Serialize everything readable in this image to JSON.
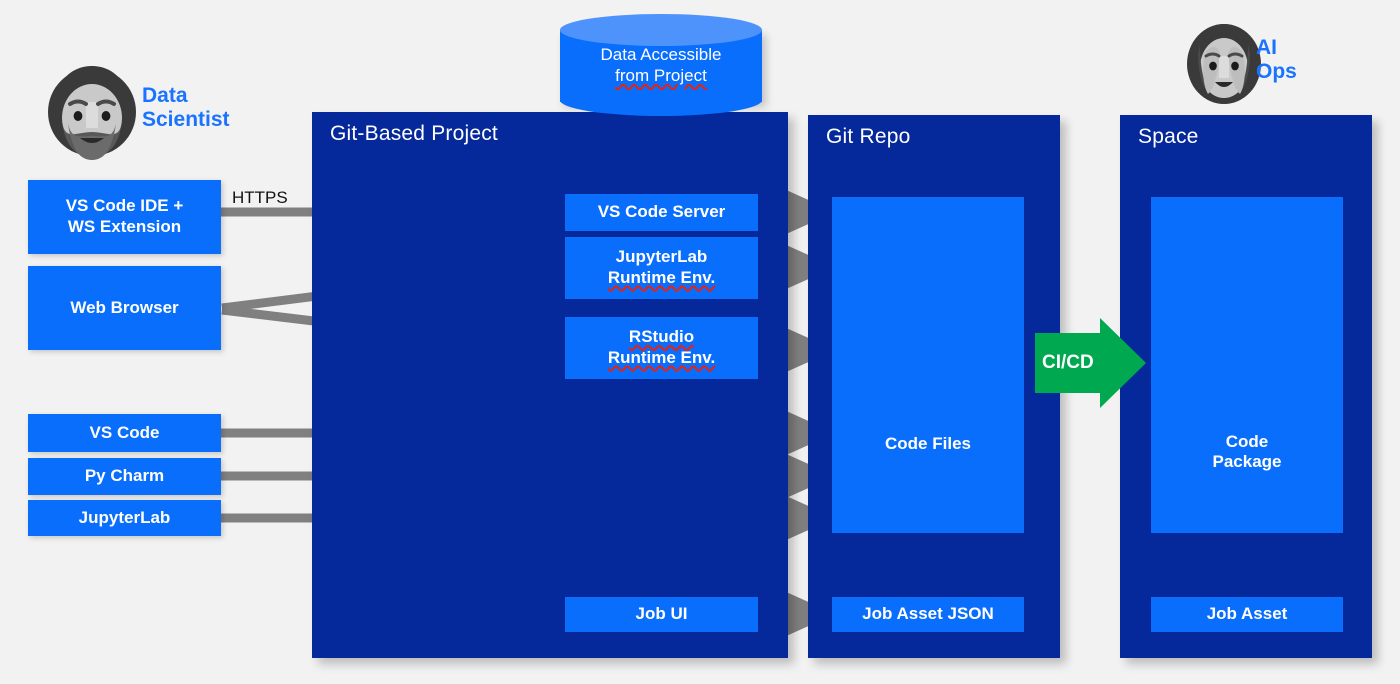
{
  "diagram": {
    "title": "Git-Based Project architecture flow",
    "background_color": "#f2f2f2",
    "colors": {
      "panel_navy": "#05299b",
      "node_blue": "#0a6efd",
      "cylinder_top": "#4d93fb",
      "arrow_gray": "#808080",
      "cicd_green": "#00a94f",
      "persona_text": "#1a73ff",
      "node_text": "#ffffff"
    }
  },
  "personas": {
    "data_scientist": {
      "label_line1": "Data",
      "label_line2": "Scientist",
      "icon": "avatar-bearded-person-icon"
    },
    "ai_ops": {
      "label_line1": "AI",
      "label_line2": "Ops",
      "icon": "avatar-long-hair-person-icon"
    }
  },
  "datastore": {
    "label_line1": "Data Accessible",
    "label_line2": "from Project",
    "shape": "cylinder-database-icon"
  },
  "client_nodes": [
    {
      "id": "vscode-ide",
      "line1": "VS Code IDE +",
      "line2": "WS Extension"
    },
    {
      "id": "web-browser",
      "line1": "Web Browser",
      "line2": ""
    },
    {
      "id": "vs-code",
      "line1": "VS Code",
      "line2": ""
    },
    {
      "id": "py-charm",
      "line1": "Py Charm",
      "line2": ""
    },
    {
      "id": "jupyterlab",
      "line1": "JupyterLab",
      "line2": ""
    }
  ],
  "connection_label": {
    "protocol": "HTTPS"
  },
  "panels": [
    {
      "id": "git-based-project",
      "title": "Git-Based Project",
      "nodes": [
        {
          "id": "vs-code-server",
          "line1": "VS Code Server",
          "line2": "",
          "misspelled_line2": false
        },
        {
          "id": "jupyterlab-runtime",
          "line1": "JupyterLab",
          "line2": "Runtime Env.",
          "misspelled_line2": true
        },
        {
          "id": "rstudio-runtime",
          "line1": "RStudio",
          "line2": "Runtime Env.",
          "misspelled_line1": true,
          "misspelled_line2": true
        },
        {
          "id": "job-ui",
          "line1": "Job UI",
          "line2": ""
        }
      ]
    },
    {
      "id": "git-repo",
      "title": "Git Repo",
      "nodes": [
        {
          "id": "code-files",
          "line1": "Code Files",
          "line2": ""
        },
        {
          "id": "job-asset-json",
          "line1": "Job Asset JSON",
          "line2": ""
        }
      ]
    },
    {
      "id": "space",
      "title": "Space",
      "nodes": [
        {
          "id": "code-package",
          "line1": "Code",
          "line2": "Package"
        },
        {
          "id": "job-asset",
          "line1": "Job Asset",
          "line2": ""
        }
      ]
    }
  ],
  "pipeline": {
    "cicd_label": "CI/CD",
    "direction": "left-to-right"
  }
}
